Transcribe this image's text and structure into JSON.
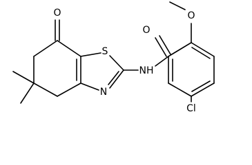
{
  "molecule": {
    "atoms": {
      "o_ketone": "O",
      "s_ring": "S",
      "n_ring": "N",
      "nh": "NH",
      "o_amide": "O",
      "o_methoxy": "O",
      "cl": "Cl"
    }
  }
}
